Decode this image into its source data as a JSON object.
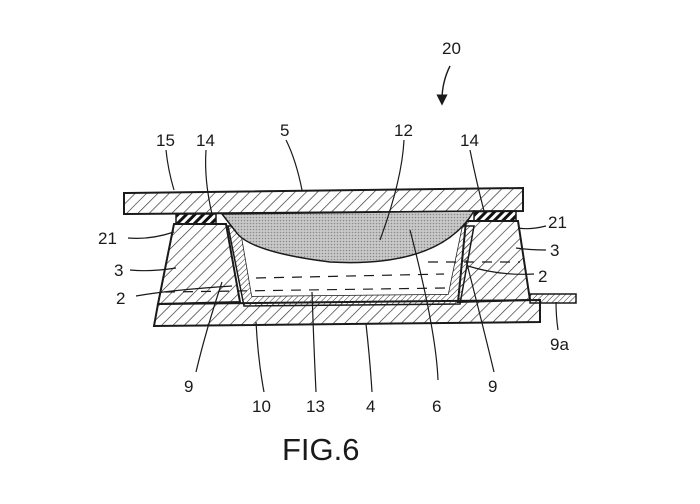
{
  "figure": {
    "caption": "FIG.6",
    "labels": {
      "l20": "20",
      "l5": "5",
      "l12": "12",
      "l15": "15",
      "l14a": "14",
      "l14b": "14",
      "l21a": "21",
      "l21b": "21",
      "l3a": "3",
      "l3b": "3",
      "l2a": "2",
      "l2b": "2",
      "l9a": "9",
      "l9b": "9",
      "l9ref": "9a",
      "l10": "10",
      "l13": "13",
      "l4": "4",
      "l6": "6"
    }
  }
}
